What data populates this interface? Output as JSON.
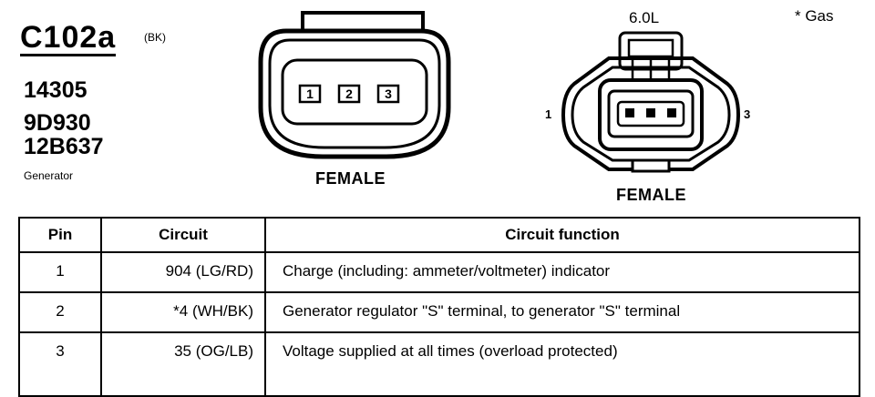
{
  "connector": {
    "id": "C102a",
    "color_code": "(BK)",
    "part_numbers": [
      "14305",
      "9D930",
      "12B637"
    ],
    "component": "Generator"
  },
  "note": "*  Gas",
  "left_view": {
    "pin_labels": [
      "1",
      "2",
      "3"
    ],
    "label": "FEMALE"
  },
  "right_view": {
    "variant": "6.0L",
    "side_labels": [
      "1",
      "3"
    ],
    "label": "FEMALE"
  },
  "table": {
    "headers": [
      "Pin",
      "Circuit",
      "Circuit function"
    ],
    "rows": [
      {
        "pin": "1",
        "circuit": "904 (LG/RD)",
        "function": "Charge (including: ammeter/voltmeter) indicator"
      },
      {
        "pin": "2",
        "circuit": "*4 (WH/BK)",
        "function": "Generator regulator \"S\" terminal, to generator \"S\" terminal"
      },
      {
        "pin": "3",
        "circuit": "35 (OG/LB)",
        "function": "Voltage supplied at all times (overload protected)"
      }
    ]
  }
}
